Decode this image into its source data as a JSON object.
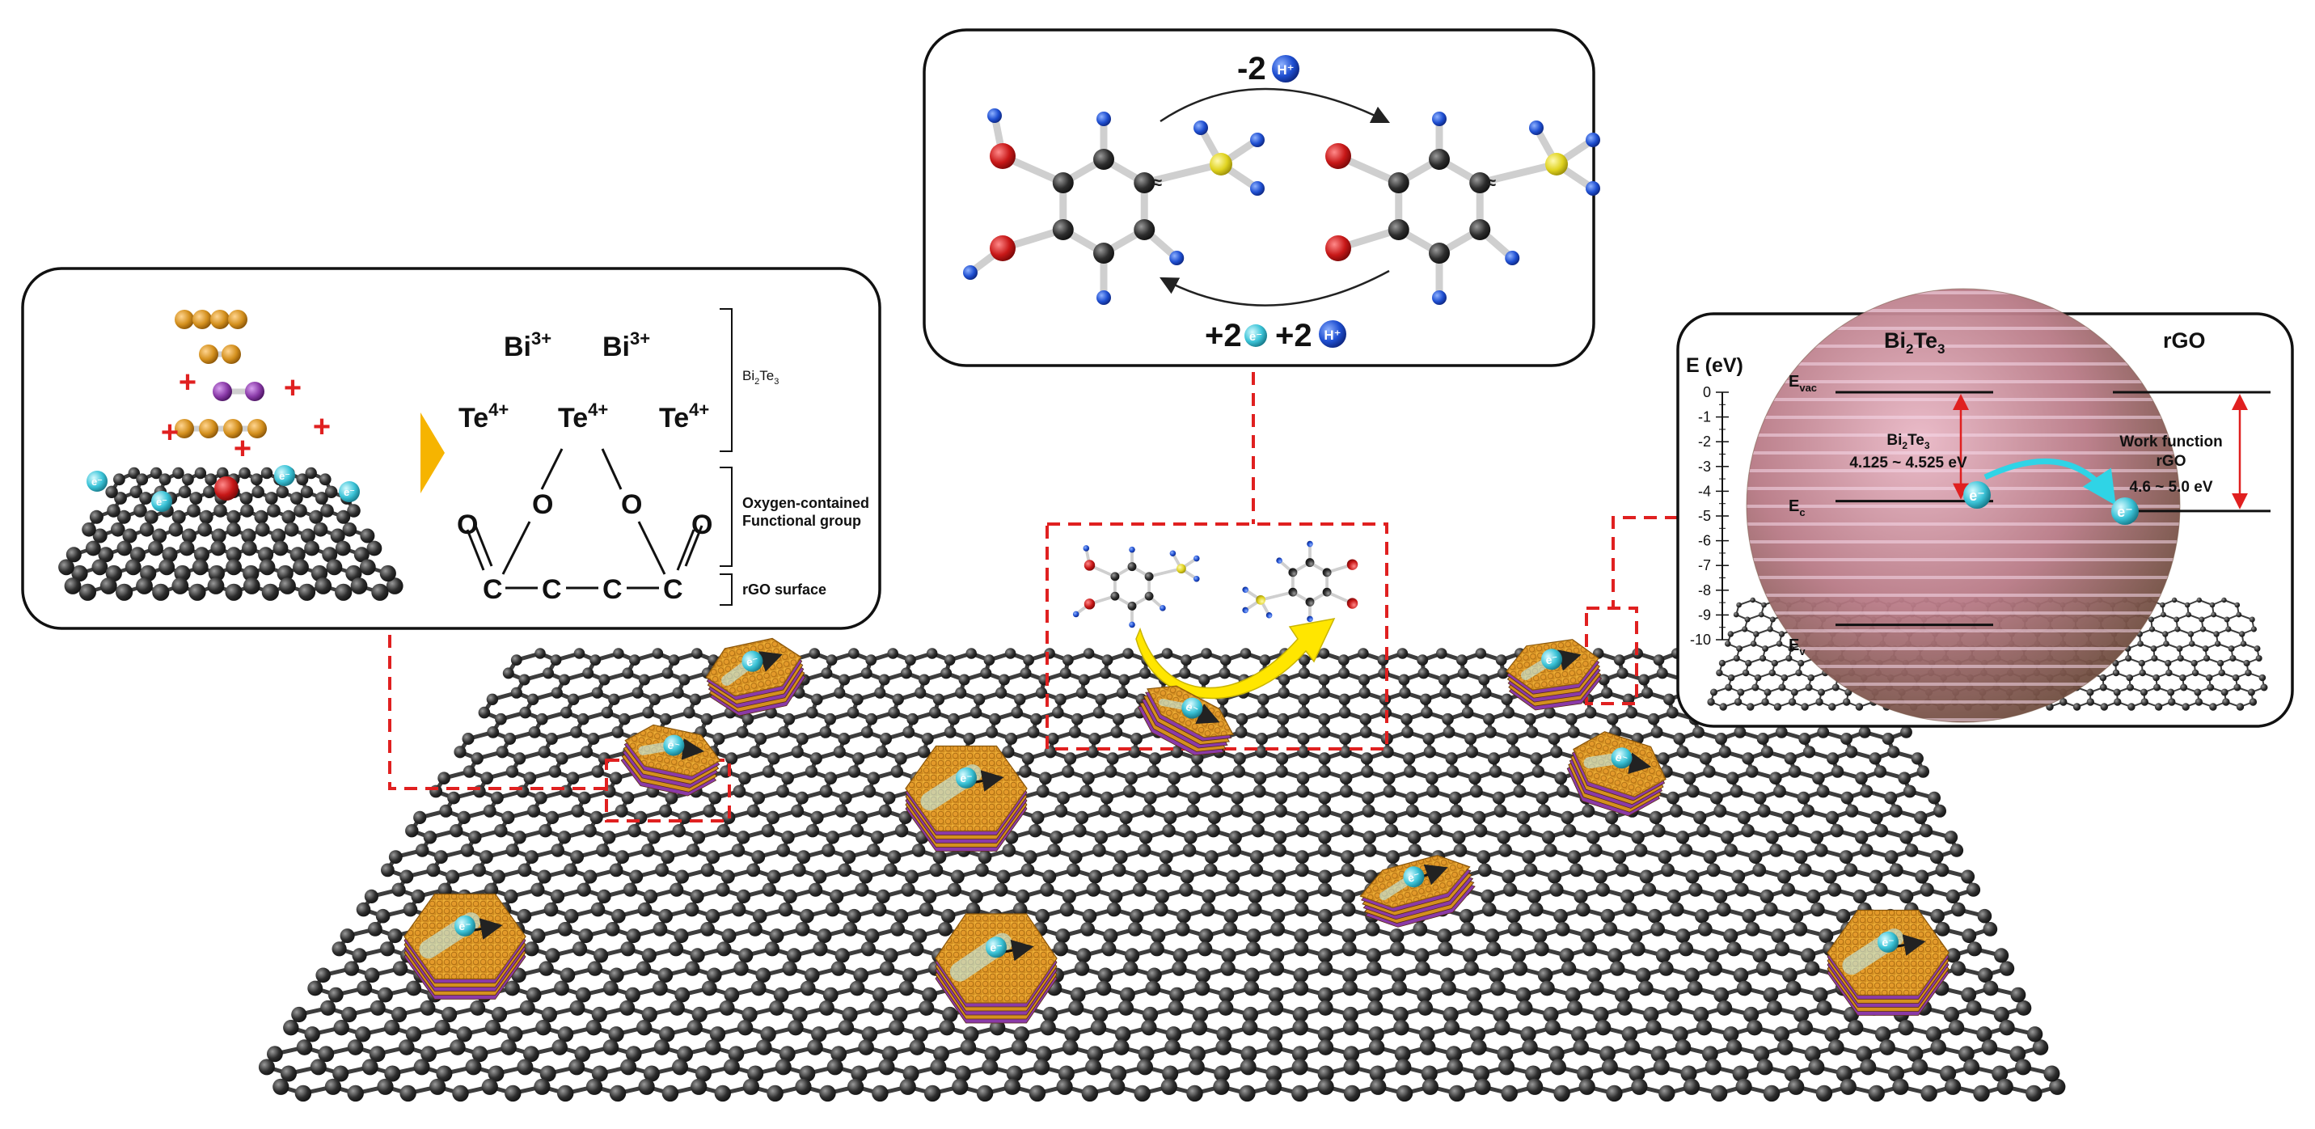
{
  "colors": {
    "carbon": "#3a3a3a",
    "oxygen": "#cc1f1f",
    "hydrogen": "#1f4fd1",
    "sulfur": "#e0d320",
    "tellurium": "#d4901e",
    "bismuth": "#8a3aa8",
    "electron": "#3cc4d8",
    "dashed_link": "#e02020",
    "arrow_yellow": "#ffe600",
    "chevron": "#f6b400"
  },
  "left_panel": {
    "plus_sign": "+",
    "electron_label": "e⁻",
    "bi_ion": "Bi",
    "bi_charge": "3+",
    "te_ion": "Te",
    "te_charge": "4+",
    "oxygen_symbol": "O",
    "carbon_symbol": "C",
    "bracket_bi2te3": {
      "pre": "Bi",
      "sub1": "2",
      "mid": "Te",
      "sub2": "3"
    },
    "bracket_oxygen_line1": "Oxygen-contained",
    "bracket_oxygen_line2": "Functional group",
    "bracket_rgo": "rGO surface"
  },
  "top_panel": {
    "top_prefix": "-2",
    "bottom_prefix_1": "+2",
    "bottom_prefix_2": "+2",
    "proton_label": "H⁺",
    "electron_label": "e⁻",
    "bond_mark": "≈"
  },
  "right_panel": {
    "col1": {
      "pre": "Bi",
      "sub1": "2",
      "mid": "Te",
      "sub2": "3"
    },
    "col2": "rGO",
    "y_axis_label": "E (eV)",
    "y_ticks": [
      "0",
      "-1",
      "-2",
      "-3",
      "-4",
      "-5",
      "-6",
      "-7",
      "-8",
      "-9",
      "-10"
    ],
    "evac": {
      "main": "E",
      "sub": "vac"
    },
    "ec": {
      "main": "E",
      "sub": "c"
    },
    "ev": {
      "main": "E",
      "sub": "v"
    },
    "bi2te3_label": {
      "pre": "Bi",
      "sub1": "2",
      "mid": "Te",
      "sub2": "3"
    },
    "bi2te3_range": "4.125 ~ 4.525 eV",
    "wf_line1": "Work function",
    "wf_line2": "rGO",
    "wf_range": "4.6 ~ 5.0 eV",
    "electron_label": "e⁻",
    "levels": {
      "evac": 0,
      "ec": -4.4,
      "ev": -9.4,
      "rgo_top": 0,
      "rgo_bottom": -4.8
    },
    "y_range": [
      0,
      -10
    ]
  },
  "flakes": {
    "electron_label": "e⁻"
  }
}
